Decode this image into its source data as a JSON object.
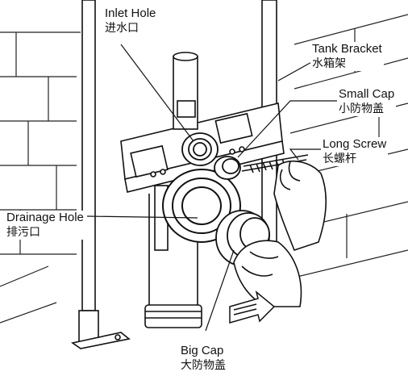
{
  "labels": {
    "inlet_hole": {
      "en": "Inlet Hole",
      "zh": "进水口"
    },
    "tank_bracket": {
      "en": "Tank Bracket",
      "zh": "水箱架"
    },
    "small_cap": {
      "en": "Small Cap",
      "zh": "小防物盖"
    },
    "long_screw": {
      "en": "Long Screw",
      "zh": "长螺杆"
    },
    "drainage_hole": {
      "en": "Drainage Hole",
      "zh": "排污口"
    },
    "big_cap": {
      "en": "Big Cap",
      "zh": "大防物盖"
    }
  },
  "colors": {
    "line": "#111111",
    "background": "#ffffff"
  }
}
